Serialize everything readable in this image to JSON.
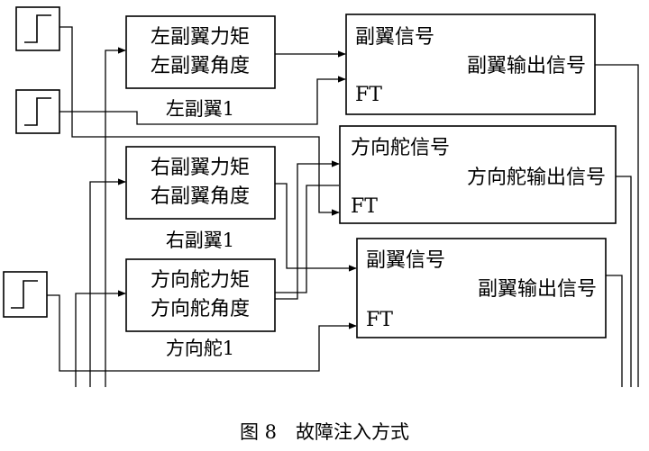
{
  "blocks": {
    "left_wing": {
      "line1": "左副翼力矩",
      "line2": "左副翼角度",
      "label": "左副翼1"
    },
    "right_wing": {
      "line1": "右副翼力矩",
      "line2": "右副翼角度",
      "label": "右副翼1"
    },
    "rudder": {
      "line1": "方向舵力矩",
      "line2": "方向舵角度",
      "label": "方向舵1"
    }
  },
  "fault_blocks": {
    "aileron_top": {
      "in_signal": "副翼信号",
      "out_signal": "副翼输出信号",
      "ft": "FT"
    },
    "rudder": {
      "in_signal": "方向舵信号",
      "out_signal": "方向舵输出信号",
      "ft": "FT"
    },
    "aileron_bottom": {
      "in_signal": "副翼信号",
      "out_signal": "副翼输出信号",
      "ft": "FT"
    }
  },
  "caption": "图 8　故障注入方式"
}
